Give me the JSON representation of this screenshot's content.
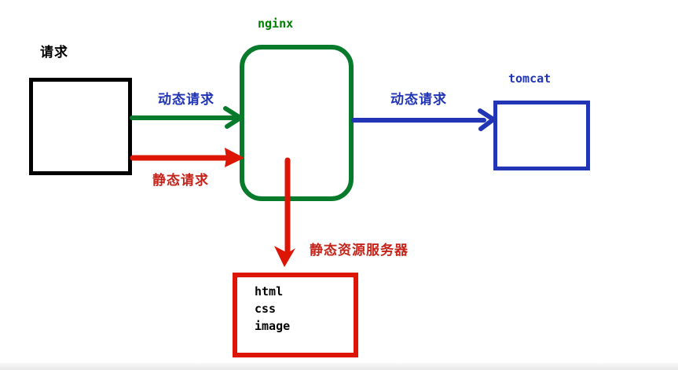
{
  "colors": {
    "green": "#077b2b",
    "green_label": "#008000",
    "red": "#dd1505",
    "red_label": "#c5241a",
    "blue": "#2135b5",
    "black": "#000000",
    "footer_gray": "#ededed"
  },
  "nodes": {
    "request": {
      "label": "请求"
    },
    "nginx": {
      "label": "nginx"
    },
    "tomcat": {
      "label": "tomcat"
    },
    "static_server": {
      "lines": [
        "html",
        "css",
        "image"
      ]
    }
  },
  "edges": {
    "dynamic_to_nginx": {
      "label": "动态请求"
    },
    "static_to_nginx": {
      "label": "静态请求"
    },
    "dynamic_to_tomcat": {
      "label": "动态请求"
    },
    "static_to_server": {
      "label": "静态资源服务器"
    }
  }
}
